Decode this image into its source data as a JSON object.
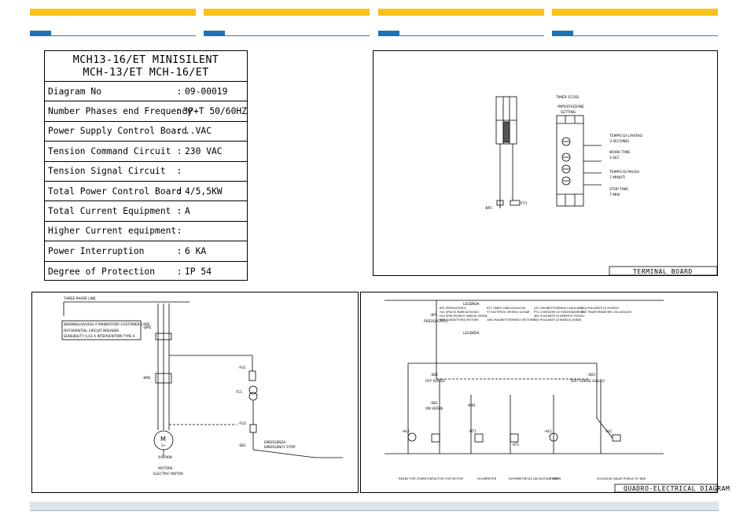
{
  "spec_table": {
    "title_line1": "MCH13-16/ET  MINISILENT",
    "title_line2": "MCH-13/ET  MCH-16/ET",
    "rows": [
      {
        "label": "Diagram No",
        "sep": ":",
        "value": "09-00019"
      },
      {
        "label": "Number Phases end Frequency",
        "sep": ":",
        "value": "3P+T 50/60HZ"
      },
      {
        "label": "Power Supply Control Board",
        "sep": ":",
        "value": "..VAC"
      },
      {
        "label": "Tension Command  Circuit",
        "sep": ":",
        "value": "230 VAC"
      },
      {
        "label": "Tension Signal Circuit",
        "sep": ":",
        "value": ""
      },
      {
        "label": "Total Power Control Board",
        "sep": ":",
        "value": "4/5,5KW"
      },
      {
        "label": "Total Current Equipment",
        "sep": ":",
        "value": "A"
      },
      {
        "label": "Higher Current equipment",
        "sep": ":",
        "value": ""
      },
      {
        "label": "Power Interruption",
        "sep": ":",
        "value": "6 KA"
      },
      {
        "label": "Degree of Protection",
        "sep": ":",
        "value": "IP 54"
      }
    ]
  },
  "terminal_panel": {
    "label": "TERMINAL BOARD",
    "timer_title": "TIMER ECOSI",
    "setting_label": "IMPOSTAZIONE",
    "setting_label2": "SETTING",
    "work_time": "TEMPO DI LAVORO",
    "work_time_val": "3 SECONDI",
    "work_time_en": "WORK TIME",
    "work_time_en_val": "3 SEC",
    "pause_time": "TEMPO DI PAUSA",
    "pause_time_val": "7 MINUTI",
    "stop_time": "STOP TIME",
    "stop_time_val": "7 MIN",
    "tag_bp1": "-BP1",
    "tag_yt1": "-YT1"
  },
  "power_panel": {
    "three_phase": "THREE PHASE LINE",
    "warning1": "WARNING/AVVISO A MANDATORY CUSTOMER CARE",
    "warning2": "DIFFERENTIAL CIRCUIT BREAKER",
    "warning3": "SENSIBILITY 0,03 A INTERVENTION TYPE A",
    "qm1": "-QM1",
    "km1": "-KM1",
    "fu1": "-FU1",
    "tc1": "-TC1",
    "fu2": "-FU2",
    "sb1": "-SB1",
    "emergency": "EMERGENZA",
    "emergency_stop": "EMERGENCY STOP",
    "motor_tag": "M",
    "motor_phase": "3~",
    "motor_power": "4/5,5KW",
    "motor_label1": "MOTORE",
    "motor_label2": "ELECTRIC MOTOR"
  },
  "control_panel": {
    "label": "QUADRO-ELECTRICAL DIAGRAM",
    "legend_title": "LEGENDA",
    "legend_title2": "LEGENDA",
    "bp1": "-BP1",
    "bp1_label": "PRESSOSTATO",
    "sb1": "-SB1",
    "sb1_label": "OFF ROSSO",
    "sb2": "-SB2",
    "sb2_label": "ON VERDE",
    "km1": "-KM1",
    "kt1": "-KT1",
    "hl1": "-HL1",
    "hl2": "-HL2",
    "sb3": "-SB3",
    "sb3_label": "TEST PURGE GIALLO",
    "yv1": "-YV1",
    "rt1": "-RT1",
    "bottom_labels": [
      "READY FOR START",
      "CONTACTOR FOR MOTOR",
      "HOURMETER",
      "ASYMMETRICAL DELTA/STAR TIMER",
      "START",
      "SOLENOID VALVE PURGE OF BAR"
    ],
    "legend_lines": [
      "BP1 PRESSOSTATO",
      "HL1 SPIA DI MARCIA ROSSO",
      "HL2 SPIA PRONTO MARCIA VERDE",
      "KM1 CONTATTORE MOTORE",
      "KT1 TIMER CARICA/SVUOTA",
      "YT ELETTROV. SPURGO DI BAR",
      "QM1 MAGNETOTERMICO MOTORE",
      "QF1 MAGNETOTERMICO AUSILIARI",
      "PT1 CONTAORE DI FUNZIONAMENTO",
      "SB1 PULSANTE DI ARRESTO ROSSO",
      "SB2 PULSANTE DI MARCIA VERDE",
      "SB3 PULSANTE DI SPURGO",
      "TC1 TRASFORMATORE 230-400/24V"
    ]
  },
  "colors": {
    "yellow": "#f7c31a",
    "blue": "#1d72b8",
    "footer": "#dfe3ea"
  }
}
